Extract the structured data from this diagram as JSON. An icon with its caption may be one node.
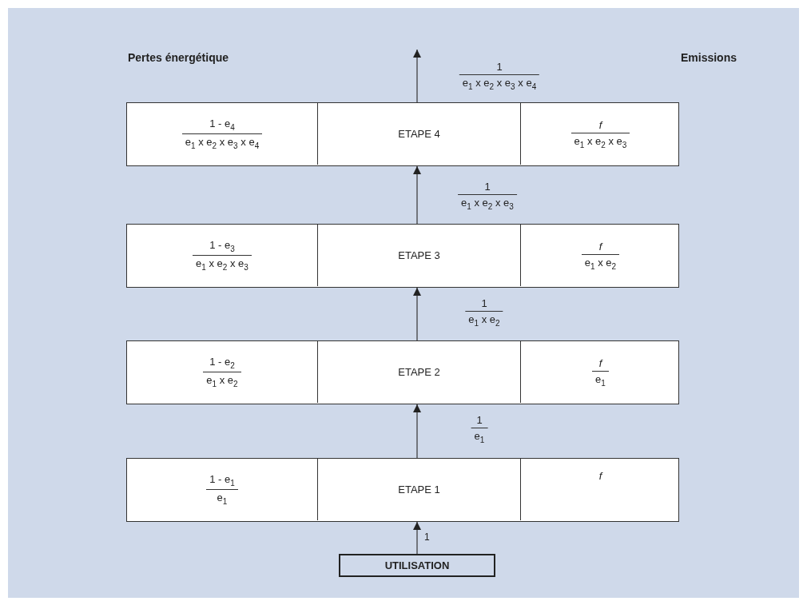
{
  "diagram": {
    "nodes": [
      {
        "text": [],
        "shape": "box"
      },
      {
        "text": [
          "1 - e$_{4}$",
          "e$_{1}$ x e$_{2}$ x e$_{3}$ x e$_{4}$"
        ],
        "in": 0
      },
      {
        "text": [
          "ETAPE 4"
        ],
        "in": 0
      },
      {
        "text": [
          "*f*",
          "e$_{1}$ x e$_{2}$ x e$_{3}$"
        ],
        "in": 0
      },
      {
        "text": [],
        "shape": "box"
      },
      {
        "text": [
          "1 - e$_{3}$",
          "e$_{1}$ x e$_{2}$ x e$_{3}$"
        ],
        "in": 4
      },
      {
        "text": [
          "ETAPE 3"
        ],
        "in": 4
      },
      {
        "text": [
          "*f*",
          "e$_{1}$ x e$_{2}$"
        ],
        "in": 4
      },
      {
        "text": [],
        "shape": "box"
      },
      {
        "text": [
          "1 - e$_{2}$",
          "e$_{1}$ x e$_{2}$"
        ],
        "in": 8
      },
      {
        "text": [
          "ETAPE 2"
        ],
        "in": 8
      },
      {
        "text": [
          "*f*",
          "e$_{1}$"
        ],
        "in": 8
      },
      {
        "text": [],
        "shape": "box"
      },
      {
        "text": [
          "1 - e$_{1}$",
          "e$_{1}$"
        ],
        "in": 12
      },
      {
        "text": [
          "ETAPE 1"
        ],
        "in": 12
      },
      {
        "text": [
          "*f*"
        ],
        "in": 12
      },
      {
        "text": [
          "UTILISATION"
        ]
      }
    ],
    "edges": [
      {
        "from": 16,
        "to": 12,
        "arrow": "to",
        "label": "1"
      },
      {
        "from": 12,
        "to": 8,
        "arrow": "to"
      },
      {
        "from": 8,
        "to": 4,
        "arrow": "to"
      },
      {
        "from": 4,
        "to": 0,
        "arrow": "to"
      },
      {
        "from": 0,
        "to": null,
        "arrow": "to"
      }
    ],
    "labels": [
      "Pertes énergétique",
      "Emissions",
      "1",
      "e$_{1}$ x e$_{2}$ x e$_{3}$ x e$_{4}$",
      "1",
      "e$_{1}$ x e$_{2}$ x e$_{3}$",
      "1",
      "e$_{1}$ x e$_{2}$",
      "1",
      "e$_{1}$"
    ]
  }
}
